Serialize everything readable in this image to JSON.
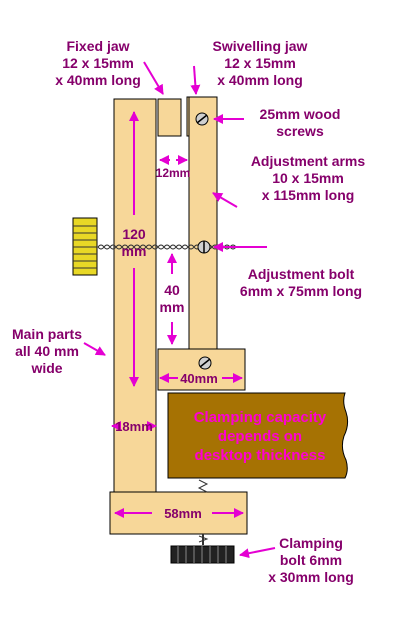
{
  "colors": {
    "wood": "#f7d799",
    "wood_outline": "#000000",
    "label_text": "#86006b",
    "arrow": "#e400d2",
    "desk": "#a67203",
    "desk_text": "#ff00d2",
    "knob": "#e8d826",
    "bolt_head": "#222222"
  },
  "labels": {
    "fixed_jaw": [
      "Fixed jaw",
      "12 x 15mm",
      "x 40mm long"
    ],
    "swivelling_jaw": [
      "Swivelling jaw",
      "12 x 15mm",
      "x 40mm long"
    ],
    "wood_screws": [
      "25mm wood",
      "screws"
    ],
    "adjustment_arms": [
      "Adjustment arms",
      "10 x 15mm",
      "x 115mm long"
    ],
    "adjustment_bolt": [
      "Adjustment bolt",
      "6mm x 75mm long"
    ],
    "main_parts": [
      "Main parts",
      "all 40 mm",
      "wide"
    ],
    "clamping_bolt": [
      "Clamping",
      "bolt 6mm",
      "x 30mm long"
    ],
    "desk": [
      "Clamping capacity",
      "depends on",
      "desktop thickness"
    ]
  },
  "dimensions": {
    "gap": "12mm",
    "height": [
      "120",
      "mm"
    ],
    "spacing": [
      "40",
      "mm"
    ],
    "block_width": "40mm",
    "post_width": "18mm",
    "foot_width": "58mm"
  },
  "icons": [
    "screw-icon",
    "thumb-knob-icon",
    "bolt-head-icon",
    "arrow-icon"
  ]
}
